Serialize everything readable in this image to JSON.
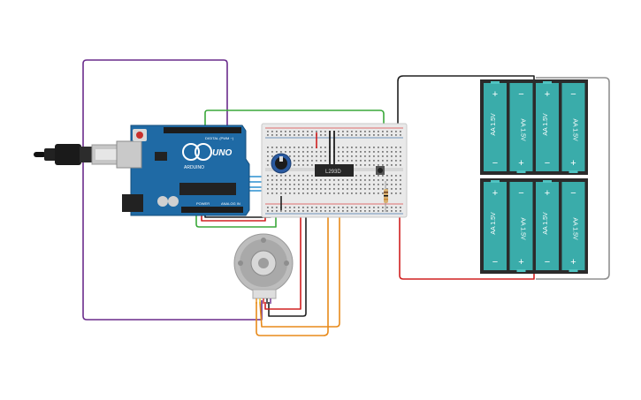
{
  "arduino": {
    "logo_text": "UNO",
    "brand_text": "ARDUINO",
    "digital_label": "DIGITAL (PWM ~)",
    "power_label": "POWER",
    "analog_label": "ANALOG IN"
  },
  "driver_chip": {
    "label": "L293D"
  },
  "battery_cells": [
    {
      "label": "AA 1.5V"
    },
    {
      "label": "AA 1.5V"
    },
    {
      "label": "AA 1.5V"
    },
    {
      "label": "AA 1.5V"
    },
    {
      "label": "AA 1.5V"
    },
    {
      "label": "AA 1.5V"
    },
    {
      "label": "AA 1.5V"
    },
    {
      "label": "AA 1.5V"
    }
  ],
  "symbols": {
    "plus": "+",
    "minus": "−"
  },
  "colors": {
    "wire_purple": "#6a2c8c",
    "wire_green": "#3aa83a",
    "wire_red": "#d02020",
    "wire_black": "#202020",
    "wire_blue": "#2a8fd0",
    "wire_orange": "#e88a1a",
    "wire_gray": "#909090",
    "board_blue": "#1f6aa5",
    "battery_teal": "#3aacaa",
    "battery_case": "#2b2b2b"
  }
}
